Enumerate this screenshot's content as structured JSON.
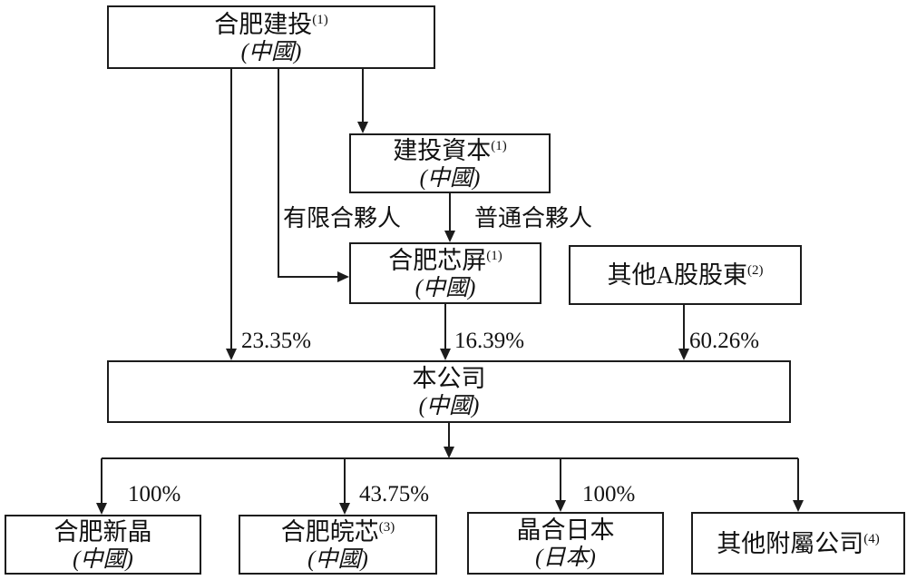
{
  "diagram": {
    "title": "ownership-structure-chart",
    "background_color": "#ffffff",
    "line_color": "#1c1c1c",
    "text_color": "#111111"
  },
  "nodes": {
    "hefei_jiantou": {
      "name": "合肥建投",
      "sup": "(1)",
      "loc": "(中國)"
    },
    "jiantou_ziben": {
      "name": "建投資本",
      "sup": "(1)",
      "loc": "(中國)"
    },
    "hefei_xinping": {
      "name": "合肥芯屏",
      "sup": "(1)",
      "loc": "(中國)"
    },
    "other_a_shareholders": {
      "name": "其他A股股東",
      "sup": "(2)",
      "loc": ""
    },
    "company": {
      "name": "本公司",
      "sup": "",
      "loc": "(中國)"
    },
    "hefei_xinjing": {
      "name": "合肥新晶",
      "sup": "",
      "loc": "(中國)"
    },
    "hefei_wanxin": {
      "name": "合肥皖芯",
      "sup": "(3)",
      "loc": "(中國)"
    },
    "jinghe_japan": {
      "name": "晶合日本",
      "sup": "",
      "loc": "(日本)"
    },
    "other_subsidiaries": {
      "name": "其他附屬公司",
      "sup": "(4)",
      "loc": ""
    }
  },
  "edges": {
    "limited_partner": "有限合夥人",
    "general_partner": "普通合夥人",
    "jiantou_to_company_pct": "23.35%",
    "xinping_to_company_pct": "16.39%",
    "other_a_to_company_pct": "60.26%",
    "company_to_xinjing_pct": "100%",
    "company_to_wanxin_pct": "43.75%",
    "company_to_japan_pct": "100%"
  }
}
